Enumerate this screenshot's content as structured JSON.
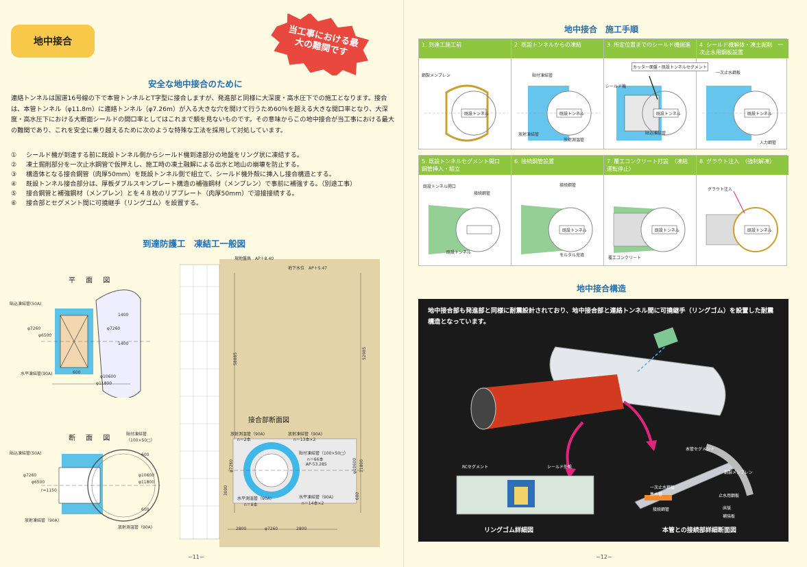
{
  "left_page": {
    "tag": "地中接合",
    "burst": "当工事における最大の難関です",
    "section_title": "安全な地中接合のために",
    "intro": "連絡トンネルは国道16号線の下で本管トンネルとT字型に接合しますが、発進部と同様に大深度・高水圧下での施工となります。接合は、本管トンネル（φ11.8m）に連絡トンネル（φ7.26m）が入る大きな穴を開けて行うため60％を超える大きな開口率となり、大深度・高水圧下における大断面シールドの開口率としてはこれまで類を見ないものです。その意味からこの地中接合が当工事における最大の難関であり、これを安全に乗り越えるために次のような特殊な工法を採用して対処しています。",
    "measures": [
      {
        "num": "①",
        "text": "シールド機が到達する前に既設トンネル側からシールド機到達部分の地盤をリング状に凍結する。"
      },
      {
        "num": "②",
        "text": "凍土掘削部分を一次止水鋼管で仮押えし、施工時の凍土融解による出水と地山の崩壊を防止する。"
      },
      {
        "num": "③",
        "text": "構造体となる接合鋼管（肉厚50mm）を既設トンネル側で組立て、シールド機外殻に挿入し接合構造とする。"
      },
      {
        "num": "④",
        "text": "既設トンネル接合部分は、厚板ダブルスキンプレート構造の補強鋼材（メンプレン）で事前に補強する。（別途工事）"
      },
      {
        "num": "⑤",
        "text": "接合鋼管と補強鋼材（メンプレン）とを４８枚のリブプレート（肉厚50mm）で溶接接続する。"
      },
      {
        "num": "⑥",
        "text": "接合部とセグメント間に可撓継手（リングゴム）を設置する。"
      }
    ],
    "drawing_title": "到達防護工　凍結工一般図",
    "plan_title": "平 面 図",
    "section_view_title": "断 面 図",
    "joint_section_title": "接合部断面図",
    "plan_labels": [
      "貼込凍結管(50A)",
      "水平凍結管(90A)",
      "φ7260",
      "φ6500",
      "φ10600",
      "φ11800",
      "600",
      "1400",
      "1400",
      "φ7260"
    ],
    "section_labels": [
      "貼込凍結管(50A)",
      "放射凍結管（90A)",
      "放射測温管（90A)",
      "貼付凍結管",
      "（100×50□）",
      "φ7260",
      "φ6500",
      "r=1150",
      "φ10600",
      "φ11800",
      "600",
      "600"
    ],
    "soil_labels": [
      "現地盤高　AP＋8.40",
      "地下水位　AP＋5.47",
      "58885",
      "52985"
    ],
    "joint_labels": [
      "放射測温管（90A)",
      "n＝2本",
      "放射凍結管（90A)",
      "n＝13本×2",
      "貼付凍結管（100×50□）",
      "n＝66本",
      "AP-53.285",
      "水平測温管（90A)",
      "n＝8本",
      "水平凍結管（90A)",
      "n＝14本×2",
      "φ7260",
      "φ10600",
      "11800",
      "3000",
      "600",
      "2800",
      "φ7260",
      "2800"
    ],
    "page_number": "−11−"
  },
  "right_page": {
    "steps_title": "地中接合　施工手順",
    "steps_row1": [
      {
        "label": "1. 到達工施工前",
        "notes": [
          "鋼製メンプレン",
          "既設トンネル"
        ]
      },
      {
        "label": "2. 既設トンネルからの凍結",
        "notes": [
          "貼付凍結管",
          "放射凍結管",
          "放射測温管",
          "既設トンネル"
        ]
      },
      {
        "label": "3. 所定位置までのシールド機掘進",
        "notes": [
          "カッター面盤・既設トンネルセグメント",
          "シールド機",
          "貼込凍結管",
          "既設トンネル"
        ]
      },
      {
        "label": "4. シールド機解体・凍土掘削　一次止水用鋼板設置",
        "notes": [
          "一次止水鋼板",
          "入力鋼管",
          "既設トンネル"
        ]
      }
    ],
    "steps_row2": [
      {
        "label": "5. 既設トンネルセグメント開口　鋼管挿入・組立",
        "notes": [
          "既設トンネル開口",
          "接続鋼管",
          "既設トンネル"
        ]
      },
      {
        "label": "6. 接続鋼管設置",
        "notes": [
          "接続鋼管",
          "モルタル充填",
          "既設トンネル"
        ]
      },
      {
        "label": "7. 覆工コンクリート打設　（凍結運転停止）",
        "notes": [
          "覆工コンクリート",
          "既設トンネル"
        ]
      },
      {
        "label": "8. グラウト注入　（強制解凍）",
        "notes": [
          "グラウト注入",
          "既設トンネル"
        ]
      }
    ],
    "structure_title": "地中接合構造",
    "structure_text": "地中接合部も発進部と同様に耐震設計されており、地中接合部と連絡トンネル間に可撓継手（リングゴム）を設置した耐震構造となっています。",
    "detail_left_labels": [
      "RCセグメント",
      "シールド外殻"
    ],
    "detail_left_caption": "リングゴム詳細図",
    "detail_right_labels": [
      "本管セグメント",
      "鋼製メンプレン",
      "一次止水鋼板",
      "集水管",
      "止水用鋼板",
      "接続鋼管",
      "床版",
      "補強板"
    ],
    "detail_right_caption": "本管との接続部詳細断面図",
    "page_number": "−12−"
  },
  "colors": {
    "background": "#fffbe3",
    "title_blue": "#1f6fb5",
    "tag_yellow": "#f8c84a",
    "step_green": "#8ec63f",
    "freeze_blue": "#3fb7e8",
    "burst_red": "#e8483e",
    "soil": "#d9c596",
    "arrow_magenta": "#e0257a"
  }
}
